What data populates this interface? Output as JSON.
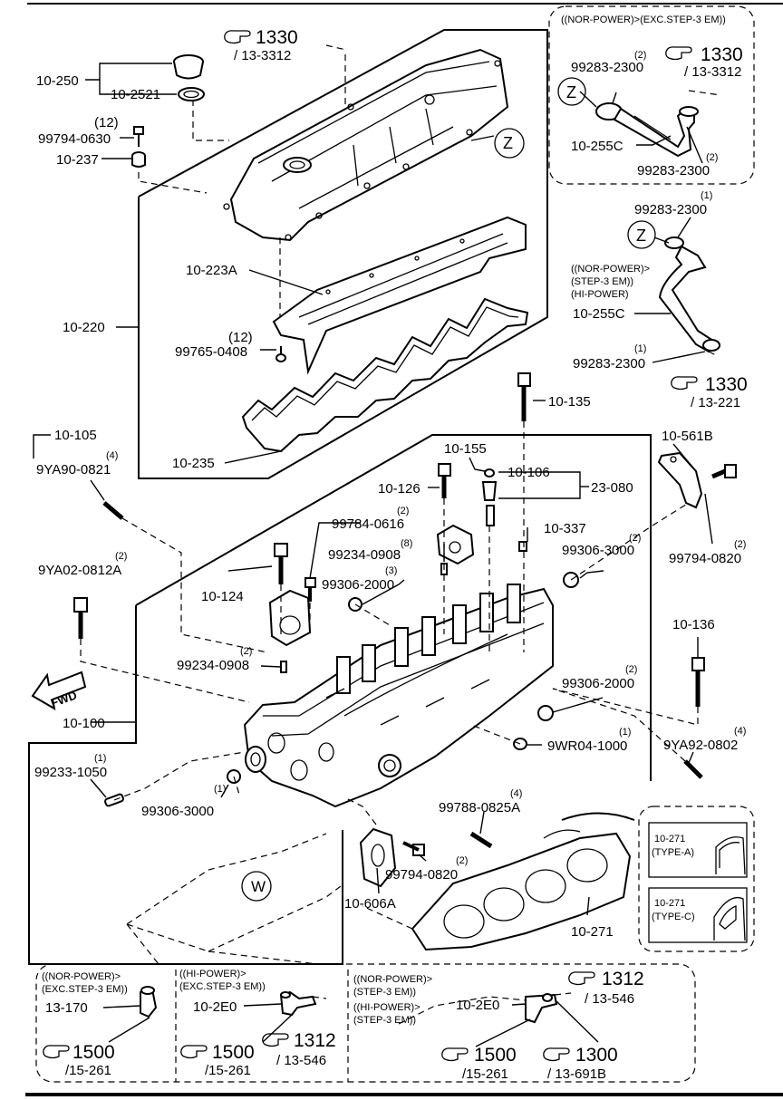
{
  "labels": {
    "p10_250": "10-250",
    "p10_2521": "10-2521",
    "q12a": "(12)",
    "p99794_0630": "99794-0630",
    "p10_237": "10-237",
    "ref1330a": "1330",
    "ref13_3312a": "/ 13-3312",
    "p10_220": "10-220",
    "p10_223A": "10-223A",
    "q12b": "(12)",
    "p99765_0408": "99765-0408",
    "p10_235": "10-235",
    "z1": "Z",
    "box1_title": "((NOR-POWER)>(EXC.STEP-3 EM))",
    "q2a": "(2)",
    "p99283_2300a": "99283-2300",
    "ref1330b": "1330",
    "ref13_3312b": "/ 13-3312",
    "z2": "Z",
    "p10_255C_a": "10-255C",
    "q2b": "(2)",
    "p99283_2300b": "99283-2300",
    "q1a": "(1)",
    "p99283_2300c": "99283-2300",
    "z3": "Z",
    "cond_nor": "((NOR-POWER)>",
    "cond_step": "(STEP-3 EM))",
    "cond_hi": "(HI-POWER)",
    "p10_255C_b": "10-255C",
    "q1b": "(1)",
    "p99283_2300d": "99283-2300",
    "ref1330c": "1330",
    "ref13_221": "/ 13-221",
    "p10_105": "10-105",
    "q4a": "(4)",
    "p9YA90_0821": "9YA90-0821",
    "p10_135": "10-135",
    "p10_155": "10-155",
    "p10_106": "10-106",
    "p10_126": "10-126",
    "p23_080": "23-080",
    "p10_561B": "10-561B",
    "q2c": "(2)",
    "p99784_0616": "99784-0616",
    "p10_337": "10-337",
    "q8": "(8)",
    "p99234_0908a": "99234-0908",
    "q2d": "(2)",
    "p99306_3000a": "99306-3000",
    "q3": "(3)",
    "p99306_2000a": "99306-2000",
    "q2e": "(2)",
    "p99794_0820a": "99794-0820",
    "q2f": "(2)",
    "p9YA02_0812A": "9YA02-0812A",
    "p10_124": "10-124",
    "p10_136": "10-136",
    "q2g": "(2)",
    "p99234_0908b": "99234-0908",
    "fwd": "FWD",
    "q2h": "(2)",
    "p99306_2000b": "99306-2000",
    "p10_100": "10-100",
    "q1c": "(1)",
    "p9WR04_1000": "9WR04-1000",
    "q4b": "(4)",
    "p9YA92_0802": "9YA92-0802",
    "q1d": "(1)",
    "p99233_1050": "99233-1050",
    "q1e": "(1)",
    "p99306_3000b": "99306-3000",
    "q4c": "(4)",
    "p99788_0825A": "99788-0825A",
    "p10_271_typeA": "10-271",
    "typeA": "(TYPE-A)",
    "w": "W",
    "q2i": "(2)",
    "p99794_0820b": "99794-0820",
    "p10_271_typeC": "10-271",
    "typeC": "(TYPE-C)",
    "p10_606A": "10-606A",
    "p10_271": "10-271",
    "b1_l1": "((NOR-POWER)>",
    "b1_l2": "(EXC.STEP-3 EM))",
    "p13_170": "13-170",
    "ref1500a": "1500",
    "ref15_261a": "/15-261",
    "b2_l1": "((HI-POWER)>",
    "b2_l2": "(EXC.STEP-3 EM))",
    "p10_2E0a": "10-2E0",
    "ref1500b": "1500",
    "ref15_261b": "/15-261",
    "ref1312a": "1312",
    "ref13_546a": "/ 13-546",
    "b3_l1": "((NOR-POWER)>",
    "b3_l2": "(STEP-3 EM))",
    "b3_l3": "((HI-POWER)>",
    "b3_l4": "(STEP-3 EM))",
    "p10_2E0b": "10-2E0",
    "ref1312b": "1312",
    "ref13_546b": "/ 13-546",
    "ref1500c": "1500",
    "ref15_261c": "/15-261",
    "ref1300": "1300",
    "ref13_691B": "/ 13-691B"
  }
}
